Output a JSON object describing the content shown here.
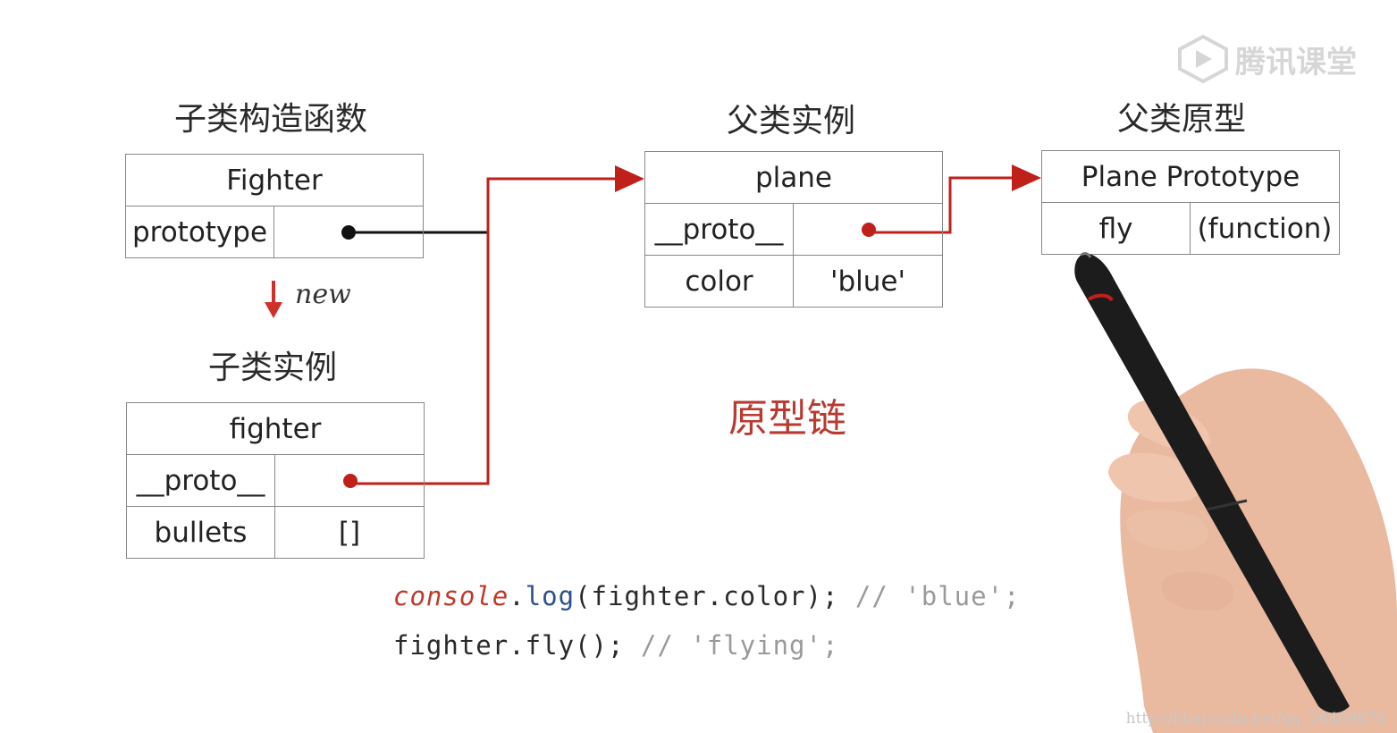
{
  "headings": {
    "sub_constructor": "子类构造函数",
    "sub_instance": "子类实例",
    "parent_instance": "父类实例",
    "parent_prototype": "父类原型"
  },
  "fighter_ctor": {
    "title": "Fighter",
    "rows": [
      {
        "key": "prototype",
        "value": ""
      }
    ]
  },
  "fighter_instance": {
    "title": "fighter",
    "rows": [
      {
        "key": "__proto__",
        "value": ""
      },
      {
        "key": "bullets",
        "value": "[]"
      }
    ]
  },
  "plane_instance": {
    "title": "plane",
    "rows": [
      {
        "key": "__proto__",
        "value": ""
      },
      {
        "key": "color",
        "value": "'blue'"
      }
    ]
  },
  "plane_prototype": {
    "title": "Plane Prototype",
    "rows": [
      {
        "key": "fly",
        "value": "(function)"
      }
    ]
  },
  "new_label": "new",
  "chain_label": "原型链",
  "code": {
    "line1": {
      "console": "console",
      "dot": ".",
      "log": "log",
      "rest": "(fighter.color);",
      "comment": " // 'blue';"
    },
    "line2": {
      "code": "fighter.fly();",
      "comment": " // 'flying';"
    }
  },
  "watermark": "腾讯课堂",
  "url": "http://blog.csdn.net/qq_26468675",
  "colors": {
    "arrow_red": "#c0201a",
    "arrow_black": "#111111",
    "border": "#888888"
  }
}
